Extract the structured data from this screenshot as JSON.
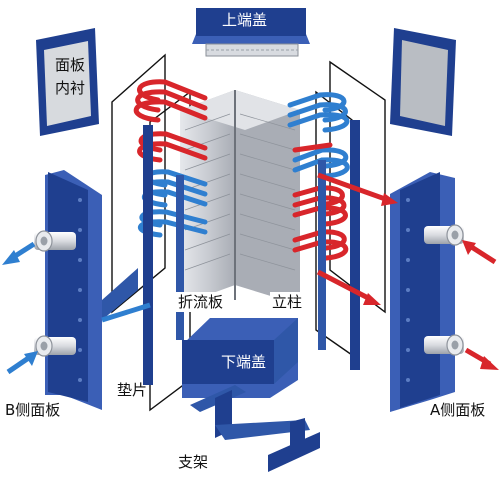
{
  "labels": {
    "top_cover": "上端盖",
    "bottom_cover": "下端盖",
    "panel_liner_line1": "面板",
    "panel_liner_line2": "内衬",
    "baffle": "折流板",
    "column": "立柱",
    "gasket": "垫片",
    "b_side_panel": "B侧面板",
    "a_side_panel": "A侧面板",
    "bracket": "支架"
  },
  "colors": {
    "panel_blue": "#1f3f8f",
    "panel_blue_light": "#3b5fb6",
    "hot_red": "#d8262b",
    "cold_blue": "#2f7fd0",
    "core_gray": "#c9ccd2",
    "liner_gray": "#bfc3c9",
    "frame_line": "#111111"
  },
  "icons": [
    "arrow-in-icon",
    "arrow-out-icon"
  ]
}
